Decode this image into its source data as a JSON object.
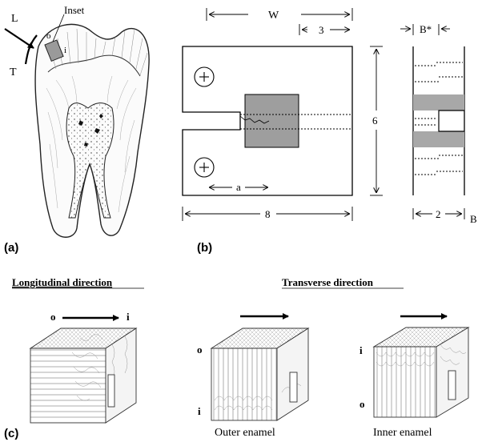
{
  "panel_labels": {
    "a": "(a)",
    "b": "(b)",
    "c": "(c)"
  },
  "tooth": {
    "inset_label": "Inset",
    "axis_L": "L",
    "axis_T": "T",
    "outer_mark": "o",
    "inner_mark": "i"
  },
  "specimen": {
    "dim_W": "W",
    "dim_3": "3",
    "dim_6": "6",
    "dim_a": "a",
    "dim_8": "8",
    "dim_Bstar": "B*",
    "dim_2": "2",
    "dim_B": "B"
  },
  "directions": {
    "longitudinal_title": "Longitudinal direction",
    "transverse_title": "Transverse direction",
    "long_outer_mark": "o",
    "long_inner_mark": "i",
    "outer_cube_top_mark": "o",
    "outer_cube_bottom_mark": "i",
    "inner_cube_top_mark": "i",
    "inner_cube_bottom_mark": "o",
    "outer_caption": "Outer enamel",
    "inner_caption": "Inner enamel"
  }
}
